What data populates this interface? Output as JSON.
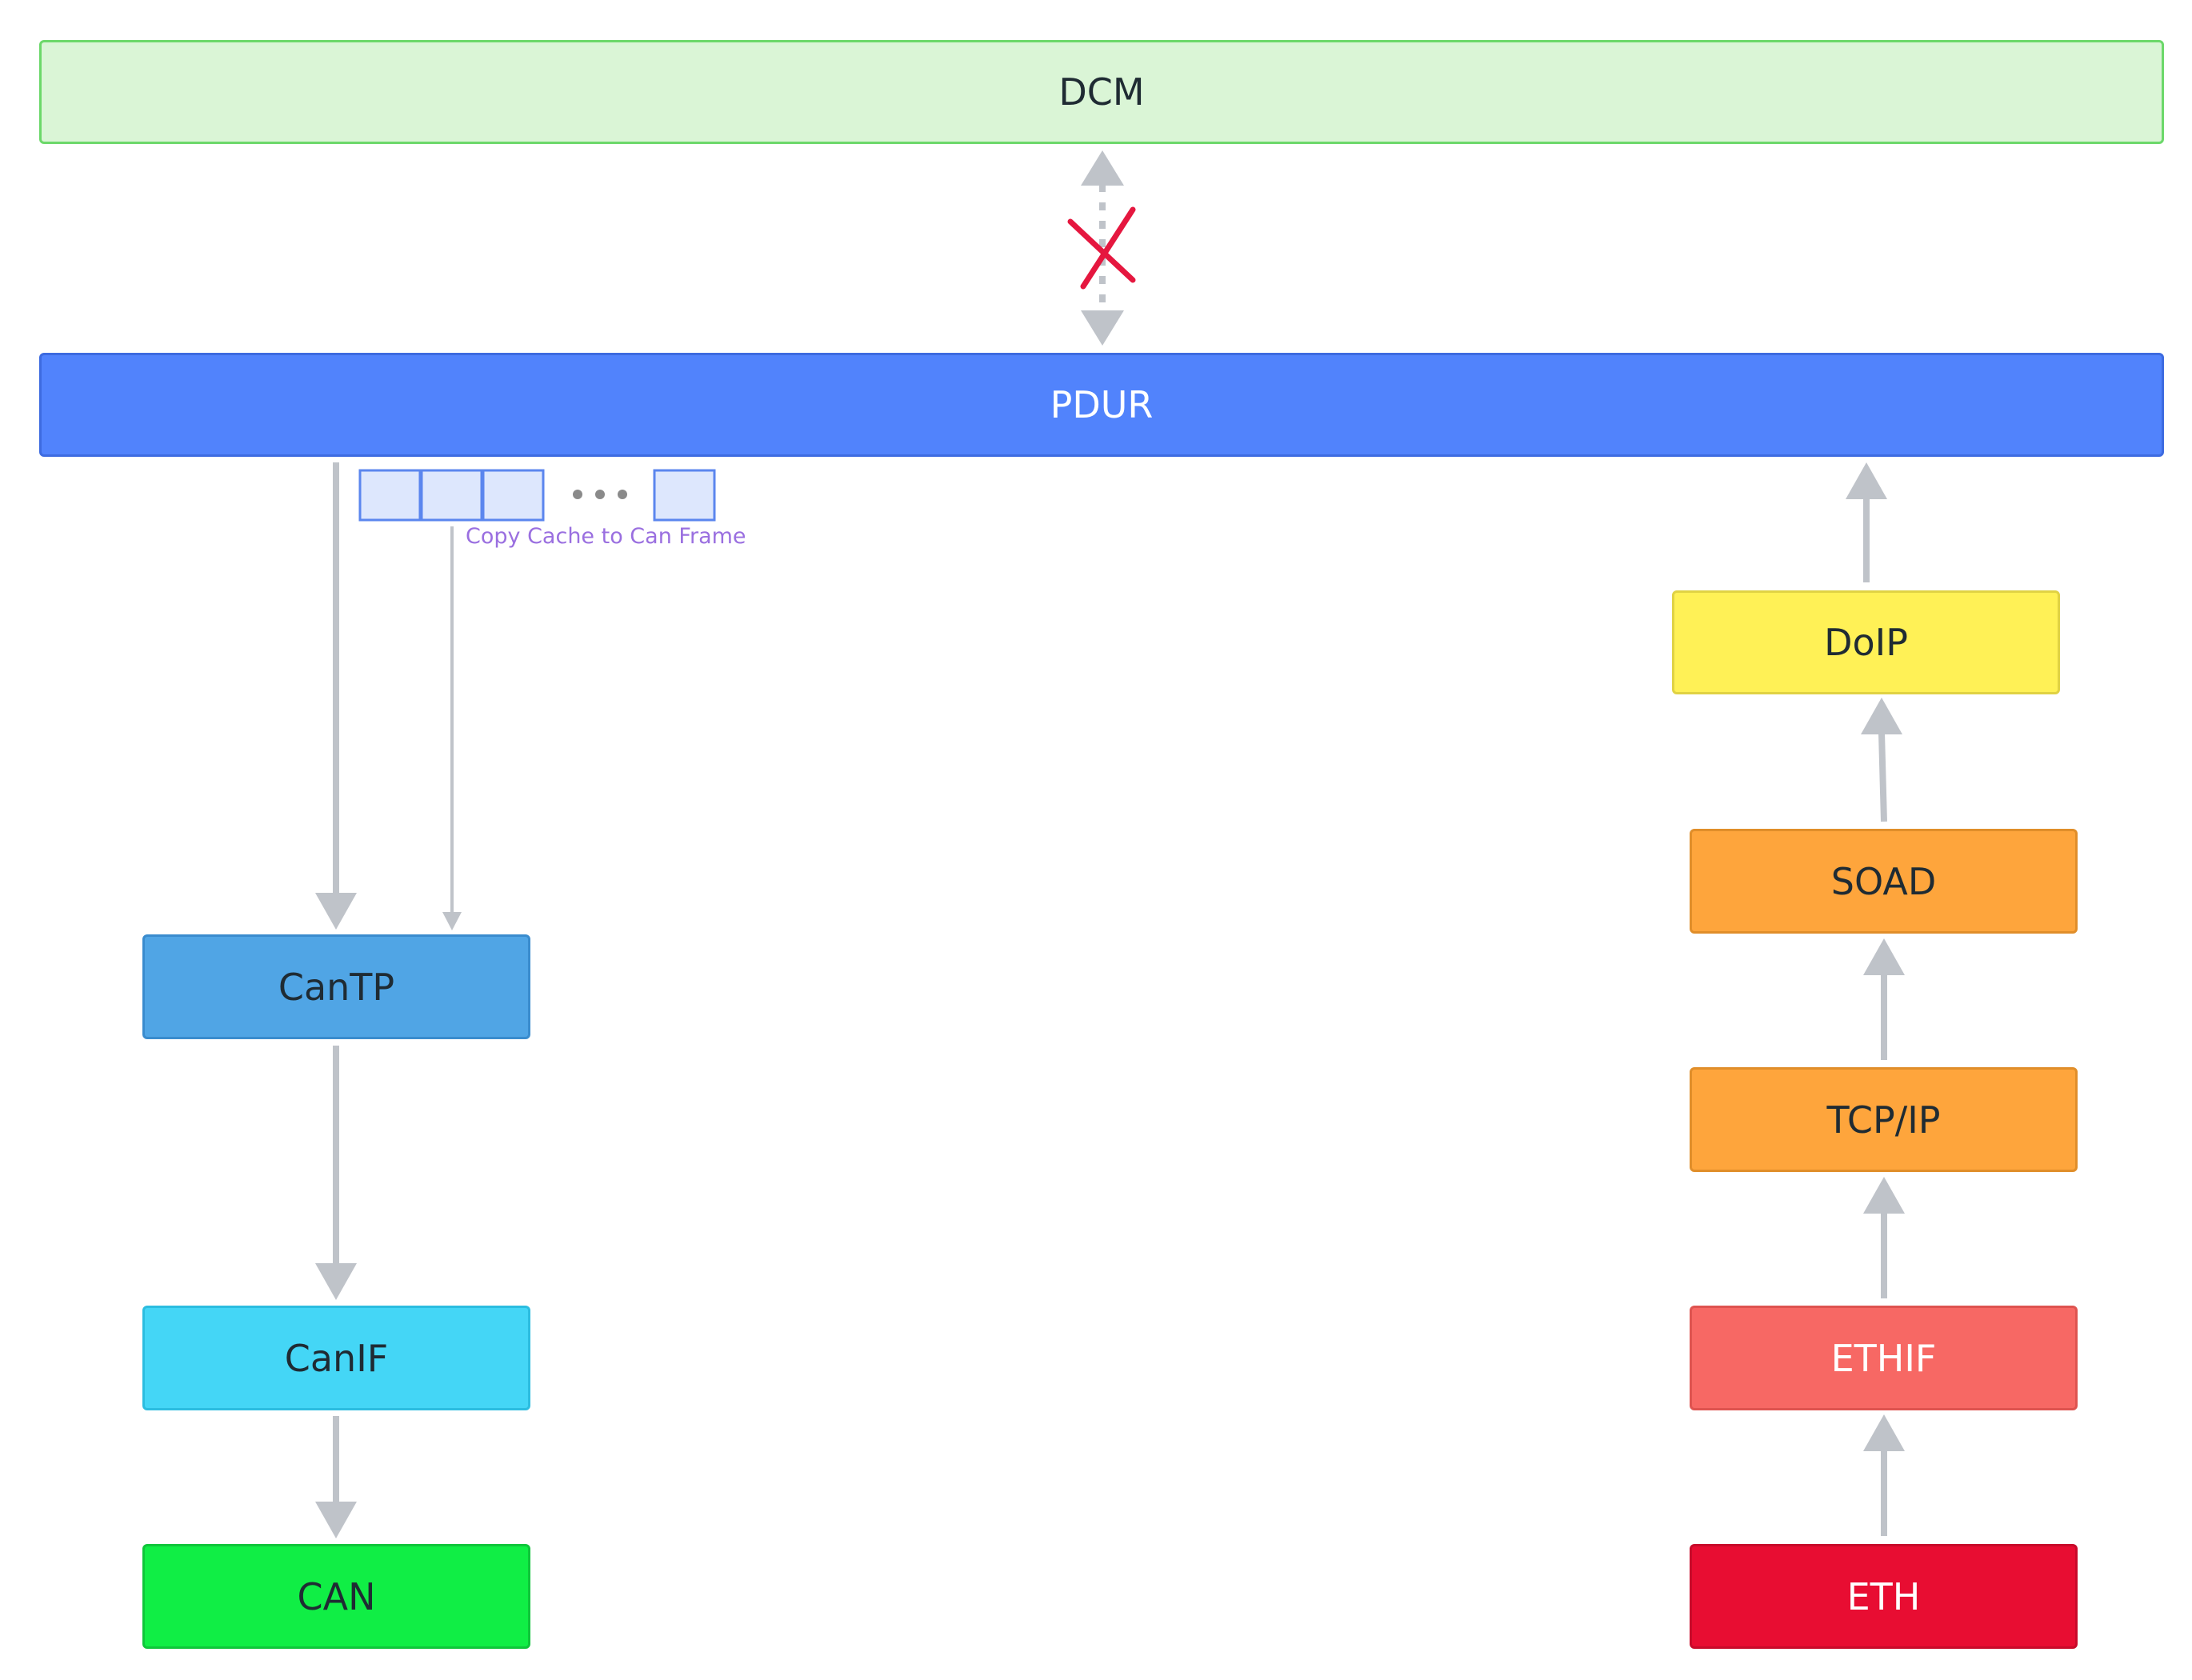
{
  "colors": {
    "arrow": "#bfc3c9",
    "cross": "#e5173f",
    "buffer_fill": "#dde7fd",
    "buffer_stroke": "#5b86ee",
    "dots": "#8a8a8a"
  },
  "blocks": {
    "dcm": {
      "label": "DCM",
      "fill": "#daf5d6",
      "stroke": "#6cd86a",
      "text_color": "#1f2b33"
    },
    "pdur": {
      "label": "PDUR",
      "fill": "#5183fc",
      "stroke": "#3d6be0",
      "text_color": "#ffffff"
    },
    "cantp": {
      "label": "CanTP",
      "fill": "#50a5e5",
      "stroke": "#3a8cce",
      "text_color": "#1f2b33"
    },
    "canif": {
      "label": "CanIF",
      "fill": "#44d6f6",
      "stroke": "#2cbde0",
      "text_color": "#1f2b33"
    },
    "can": {
      "label": "CAN",
      "fill": "#10ee45",
      "stroke": "#0fc63a",
      "text_color": "#1f2b33"
    },
    "doip": {
      "label": "DoIP",
      "fill": "#fff156",
      "stroke": "#e0d244",
      "text_color": "#1f2b33"
    },
    "soad": {
      "label": "SOAD",
      "fill": "#fea53c",
      "stroke": "#e08e2a",
      "text_color": "#1f2b33"
    },
    "tcpip": {
      "label": "TCP/IP",
      "fill": "#fea53c",
      "stroke": "#e08e2a",
      "text_color": "#1f2b33"
    },
    "ethif": {
      "label": "ETHIF",
      "fill": "#f76864",
      "stroke": "#de5450",
      "text_color": "#ffffff"
    },
    "eth": {
      "label": "ETH",
      "fill": "#e80d32",
      "stroke": "#c80a2a",
      "text_color": "#ffffff"
    }
  },
  "annotation": {
    "copy_cache": "Copy Cache to Can Frame"
  }
}
